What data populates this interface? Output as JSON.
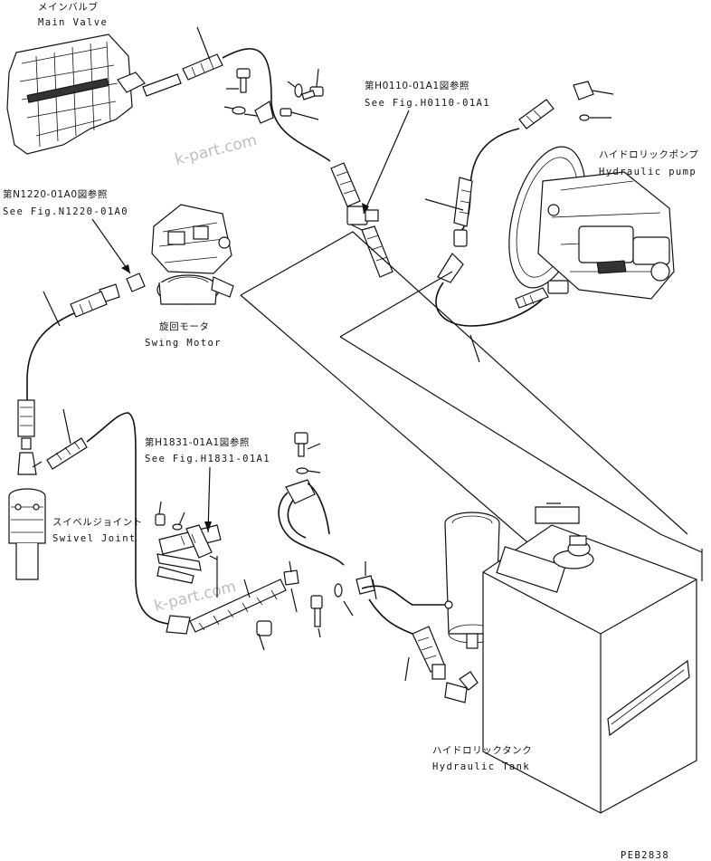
{
  "labels": {
    "main_valve_jp": "メインバルブ",
    "main_valve_en": "Main Valve",
    "ref_h0110_jp": "第H0110-01A1図参照",
    "ref_h0110_en": "See Fig.H0110-01A1",
    "hyd_pump_jp": "ハイドロリックポンプ",
    "hyd_pump_en": "Hydraulic pump",
    "ref_n1220_jp": "第N1220-01A0図参照",
    "ref_n1220_en": "See Fig.N1220-01A0",
    "swing_motor_jp": "旋回モータ",
    "swing_motor_en": "Swing Motor",
    "ref_h1831_jp": "第H1831-01A1図参照",
    "ref_h1831_en": "See Fig.H1831-01A1",
    "swivel_joint_jp": "スイベルジョイント",
    "swivel_joint_en": "Swivel Joint",
    "hyd_tank_jp": "ハイドロリックタンク",
    "hyd_tank_en": "Hydraulic Tank",
    "drawing_code": "PEB2838"
  },
  "watermark": "k-part.com",
  "colors": {
    "line": "#111111",
    "watermark": "#bdbdbd",
    "background": "#ffffff"
  }
}
